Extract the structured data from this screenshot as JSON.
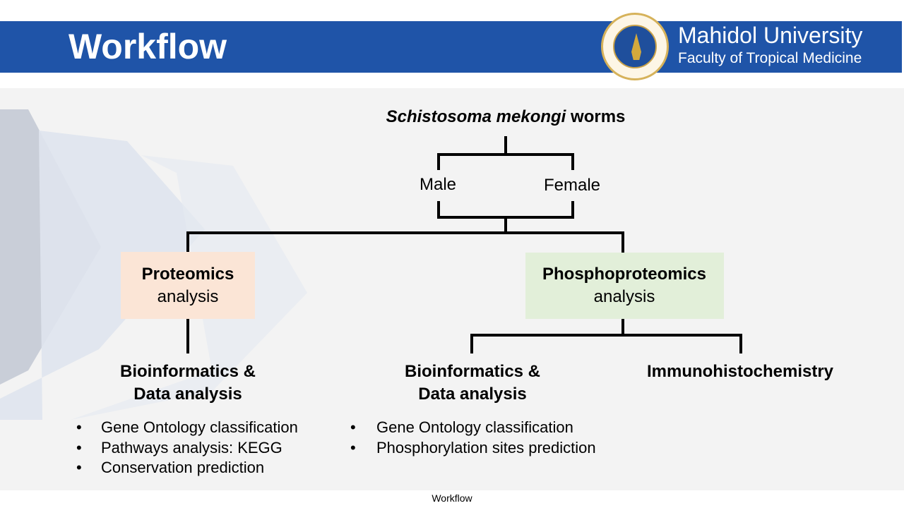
{
  "header": {
    "title": "Workflow",
    "university": "Mahidol University",
    "faculty": "Faculty of Tropical Medicine"
  },
  "diagram": {
    "root": {
      "italic": "Schistosoma mekongi",
      "rest": " worms"
    },
    "sexes": [
      "Male",
      "Female"
    ],
    "proteomics": {
      "bold": "Proteomics",
      "normal": "analysis",
      "color": "#fbe5d6"
    },
    "phospho": {
      "bold": "Phosphoproteomics",
      "normal": "analysis",
      "color": "#e2efd9"
    },
    "left_bio": [
      "Bioinformatics &",
      "Data analysis"
    ],
    "right_bio": [
      "Bioinformatics &",
      "Data analysis"
    ],
    "immuno": "Immunohistochemistry",
    "left_bullets": [
      "Gene Ontology classification",
      "Pathways analysis: KEGG",
      "Conservation prediction"
    ],
    "right_bullets": [
      "Gene Ontology classification",
      "Phosphorylation sites prediction"
    ],
    "bullet": "•"
  },
  "footer": "Workflow"
}
